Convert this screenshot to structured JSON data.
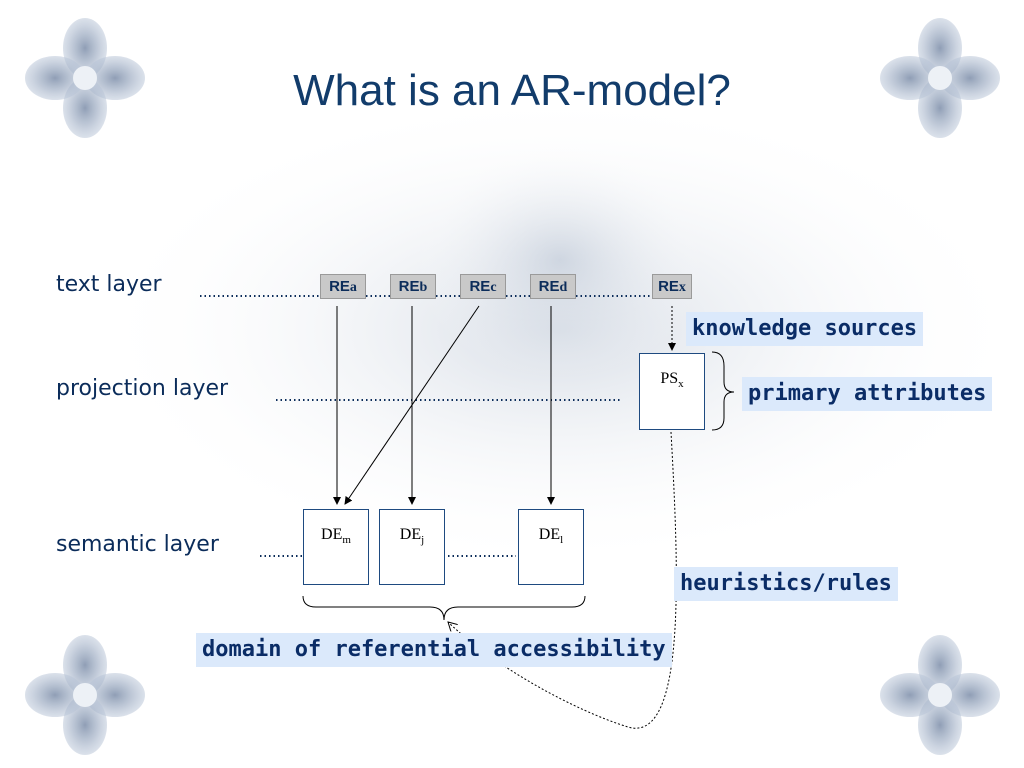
{
  "title": "What is an AR-model?",
  "layers": {
    "text": "text layer",
    "projection": "projection layer",
    "semantic": "semantic layer"
  },
  "text_layer_nodes": [
    {
      "base": "RE",
      "suffix": "a"
    },
    {
      "base": "RE",
      "suffix": "b"
    },
    {
      "base": "RE",
      "suffix": "c"
    },
    {
      "base": "RE",
      "suffix": "d"
    },
    {
      "base": "RE",
      "suffix": "x"
    }
  ],
  "projection_node": {
    "base": "PS",
    "sub": "x"
  },
  "semantic_nodes": [
    {
      "base": "DE",
      "sub": "m"
    },
    {
      "base": "DE",
      "sub": "j"
    },
    {
      "base": "DE",
      "sub": "l"
    }
  ],
  "labels": {
    "knowledge_sources": "knowledge sources",
    "primary_attributes": "primary attributes",
    "heuristics_rules": "heuristics/rules",
    "domain": "domain of referential accessibility"
  },
  "colors": {
    "title": "#123c6b",
    "highlight": "#dbe9fb",
    "label_text": "#0a2c66"
  }
}
